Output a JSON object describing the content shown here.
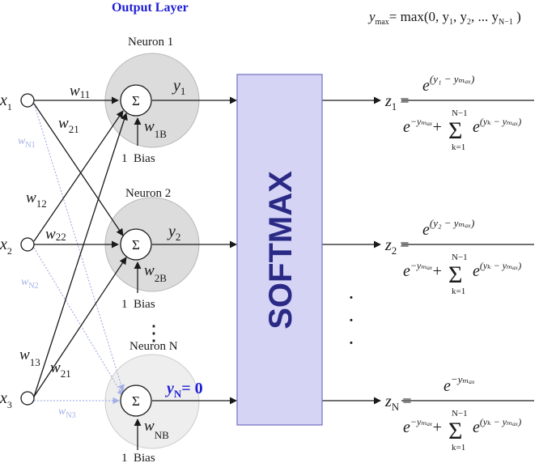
{
  "header": {
    "output_layer_label": "Output Layer",
    "ymax_formula": {
      "lhs": "y",
      "lhs_sub": "max",
      "rhs": "= max(0, y",
      "y1_sub": "1",
      "y2": ", y",
      "y2_sub": "2",
      "ellipsis": ", ... y",
      "yn_sub": "N−1",
      "close": " )"
    }
  },
  "inputs": [
    {
      "label": "x",
      "sub": "1"
    },
    {
      "label": "x",
      "sub": "2"
    },
    {
      "label": "x",
      "sub": "3"
    }
  ],
  "neurons": [
    {
      "title": "Neuron 1",
      "sum": "Σ",
      "out": "y",
      "out_sub": "1",
      "bias_w": "w",
      "bias_w_sub": "1B",
      "bias_text": "1  Bias"
    },
    {
      "title": "Neuron 2",
      "sum": "Σ",
      "out": "y",
      "out_sub": "2",
      "bias_w": "w",
      "bias_w_sub": "2B",
      "bias_text": "1  Bias"
    },
    {
      "title": "Neuron N",
      "sum": "Σ",
      "out": "y",
      "out_sub": "N",
      "out_eq": "= 0",
      "bias_w": "w",
      "bias_w_sub": "NB",
      "bias_text": "1  Bias"
    }
  ],
  "weights": {
    "w11": {
      "w": "w",
      "sub": "11"
    },
    "w21_top": {
      "w": "w",
      "sub": "21"
    },
    "wN1": {
      "w": "w",
      "sub": "N1"
    },
    "w12": {
      "w": "w",
      "sub": "12"
    },
    "w22": {
      "w": "w",
      "sub": "22"
    },
    "wN2": {
      "w": "w",
      "sub": "N2"
    },
    "w13": {
      "w": "w",
      "sub": "13"
    },
    "w21_bottom": {
      "w": "w",
      "sub": "21"
    },
    "wN3": {
      "w": "w",
      "sub": "N3"
    }
  },
  "softmax": {
    "label": "SOFTMAX"
  },
  "outputs": [
    {
      "z": "z",
      "sub": "1",
      "eq": "="
    },
    {
      "z": "z",
      "sub": "2",
      "eq": "="
    },
    {
      "z": "z",
      "sub": "N",
      "eq": "="
    }
  ],
  "formula_parts": {
    "e": "e",
    "plus": "+",
    "sigma": "Σ",
    "sum_upper": "N−1",
    "sum_lower": "k=1",
    "num1_exp": "(y₁ − yₘₐₓ)",
    "num2_exp": "(y₂ − yₘₐₓ)",
    "numN_exp": "−yₘₐₓ",
    "den_exp1": "−yₘₐₓ",
    "den_exp2": "(yₖ − yₘₐₓ)"
  },
  "dots": {
    "neuron_dots": "⋮",
    "output_dot": "·"
  },
  "colors": {
    "ink": "#1a1a1a",
    "blue_label": "#1f1fd6",
    "dotted_weight": "#a6b0e8",
    "softmax_fill": "#d6d4f5",
    "softmax_border": "#7a77c9",
    "softmax_text": "#2a2a86",
    "neuron_fill": "#dcdcdc",
    "neuron_fill_faded": "#eeeeee",
    "neuron_border": "#b8b8b8"
  }
}
